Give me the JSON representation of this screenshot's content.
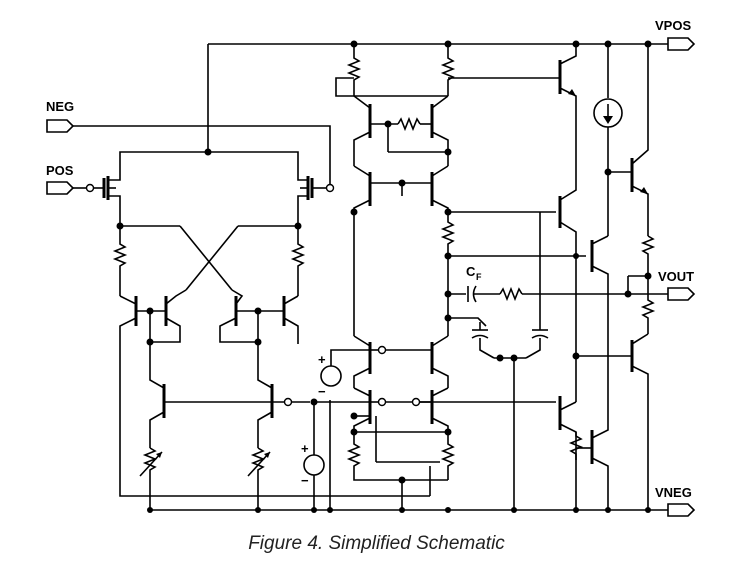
{
  "pins": {
    "vpos": "VPOS",
    "neg": "NEG",
    "pos": "POS",
    "vout": "VOUT",
    "vneg": "VNEG"
  },
  "cap_label": {
    "main": "C",
    "sub": "F"
  },
  "source_signs": {
    "plus": "+",
    "minus": "−"
  },
  "caption": "Figure 4.  Simplified Schematic"
}
